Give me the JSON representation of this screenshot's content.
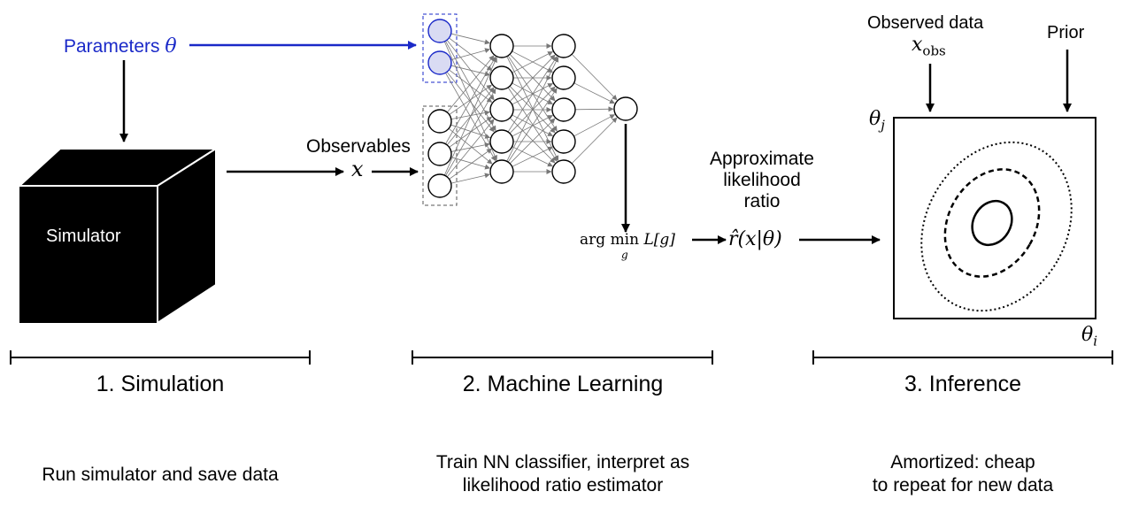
{
  "colors": {
    "parameter_blue": "#1a29c8",
    "node_fill_blue": "#d9dbf3",
    "ink": "#000000"
  },
  "inputs": {
    "parameters_label": "Parameters",
    "theta_symbol": "θ",
    "observables_label": "Observables",
    "x_symbol": "x"
  },
  "simulator": {
    "label": "Simulator"
  },
  "objective": {
    "arg": "arg",
    "min": "min",
    "sub": "g",
    "loss": "L[g]"
  },
  "estimator": {
    "caption_lines": [
      "Approximate",
      "likelihood",
      "ratio"
    ],
    "expression": "r̂(x|θ)"
  },
  "inference_plot": {
    "observed_label": "Observed data",
    "observed_symbol": "x",
    "observed_sub": "obs",
    "prior_label": "Prior",
    "y_axis_label": "θ",
    "y_axis_sub": "j",
    "x_axis_label": "θ",
    "x_axis_sub": "i"
  },
  "stages": [
    {
      "title": "1. Simulation",
      "description": [
        "Run simulator and save data"
      ]
    },
    {
      "title": "2. Machine Learning",
      "description": [
        "Train NN classifier, interpret as",
        "likelihood ratio estimator"
      ]
    },
    {
      "title": "3. Inference",
      "description": [
        "Amortized: cheap",
        "to repeat for new data"
      ]
    }
  ]
}
